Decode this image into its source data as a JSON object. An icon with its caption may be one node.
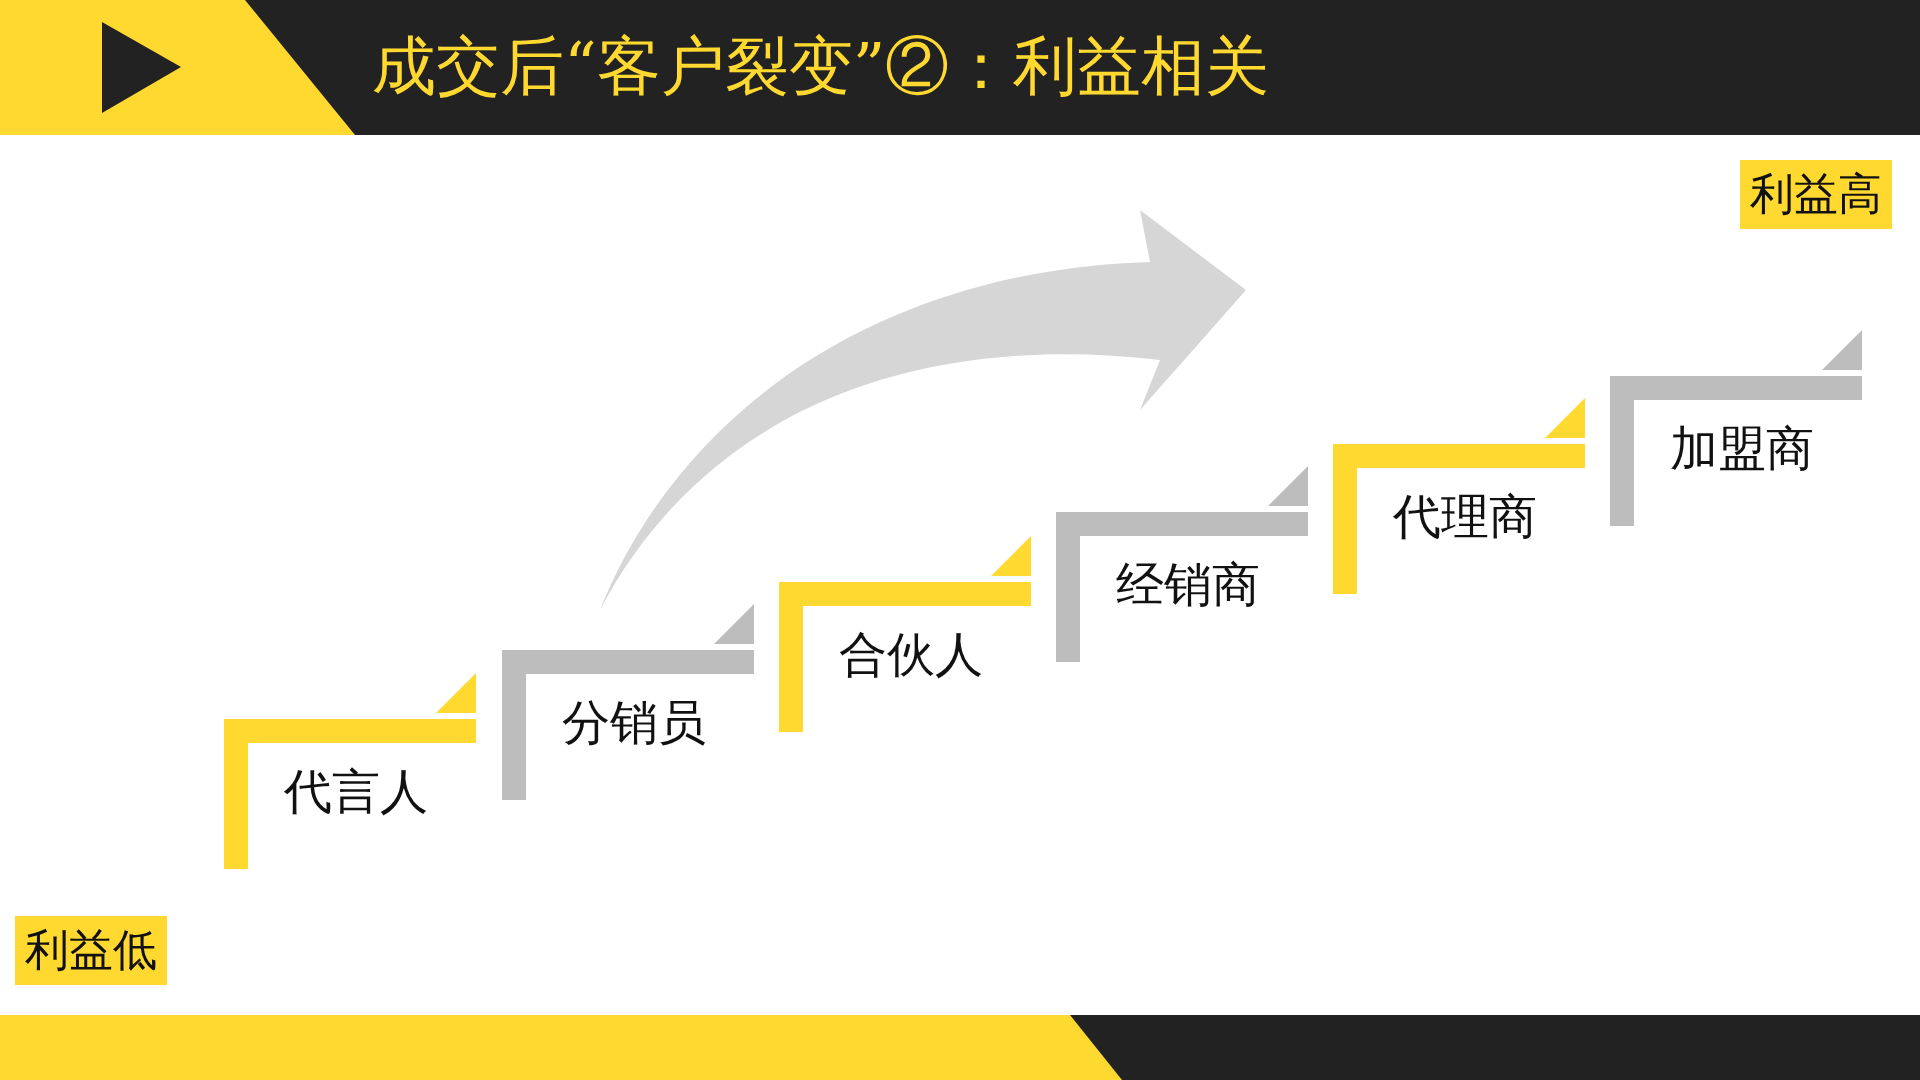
{
  "diagram": {
    "title": "成交后“客户裂变”②：利益相关",
    "nodes": [
      {
        "text": [
          "代言人"
        ]
      },
      {
        "text": [
          "分销员"
        ]
      },
      {
        "text": [
          "合伙人"
        ]
      },
      {
        "text": [
          "经销商"
        ]
      },
      {
        "text": [
          "代理商"
        ]
      },
      {
        "text": [
          "加盟商"
        ]
      }
    ],
    "labels": [
      "利益高",
      "利益低"
    ]
  }
}
